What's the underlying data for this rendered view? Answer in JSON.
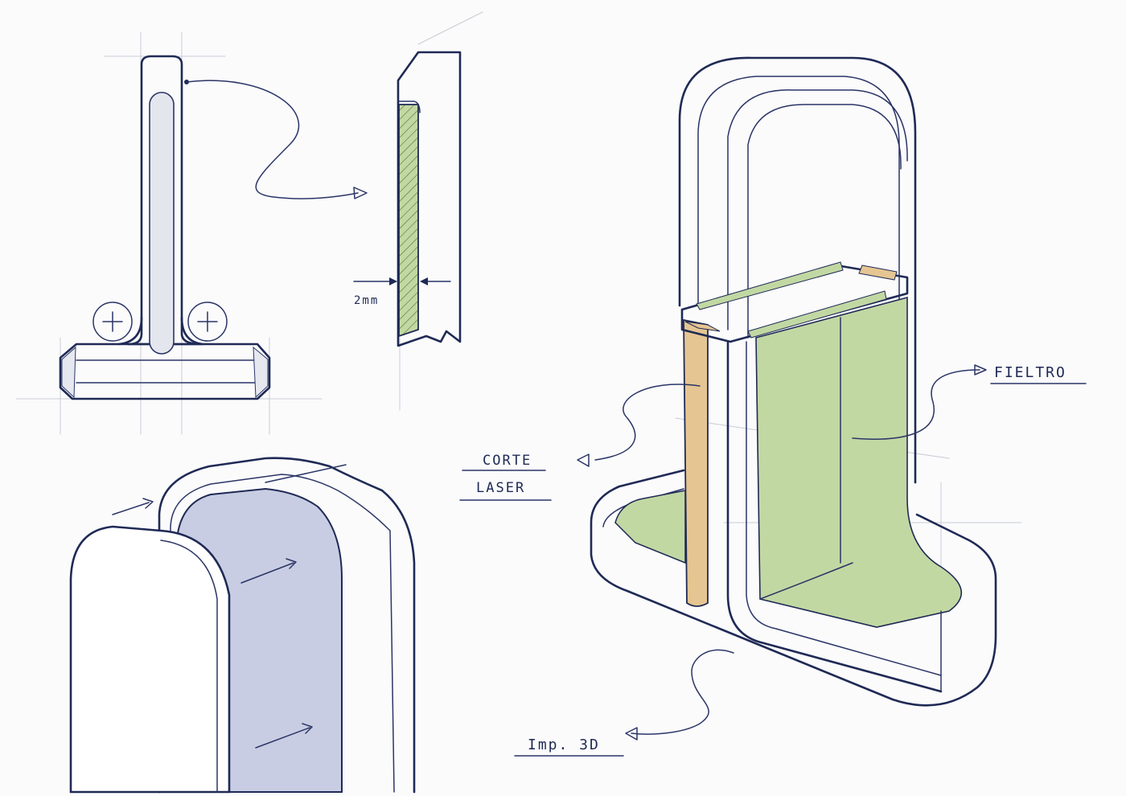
{
  "annotations": {
    "thickness": "2mm",
    "corte_line1": "CORTE",
    "corte_line2": "LASER",
    "fieltro": "FIELTRO",
    "impresion": "Imp. 3D"
  },
  "colors": {
    "ink": "#1f2a55",
    "felt_green": "#c2d8a3",
    "laser_wood": "#e5c592",
    "fabric_blue": "#c8cde3",
    "guide": "#c9ccd6"
  }
}
